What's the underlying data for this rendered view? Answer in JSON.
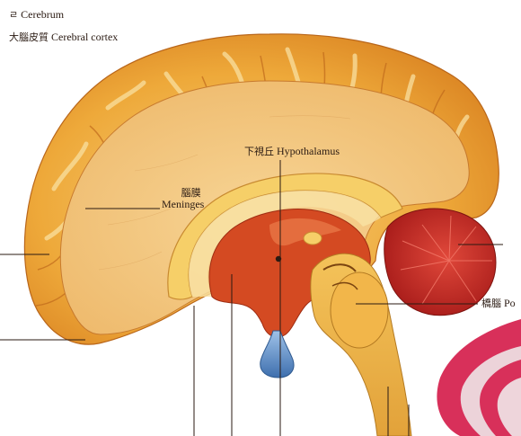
{
  "labels": {
    "cerebrum": {
      "cjk": "ㄹ",
      "en": "Cerebrum"
    },
    "cortex": {
      "cjk": "大腦皮質",
      "en": "Cerebral cortex"
    },
    "hypothalamus": {
      "cjk": "下視丘",
      "en": "Hypothalamus"
    },
    "meninges": {
      "cjk": "腦膜",
      "en": "Meninges"
    },
    "pons": {
      "cjk": "橋腦",
      "en": "Po"
    }
  },
  "colors": {
    "cortex_outer": "#e79a2a",
    "cortex_light": "#f7c75b",
    "white_matter": "#f3c981",
    "corpus": "#f6cf68",
    "thalamus_red": "#d44a22",
    "cerebellum": "#c22a22",
    "pituitary": "#5c8fc7",
    "side_pink": "#d8305a",
    "leader": "#2a1a12"
  }
}
